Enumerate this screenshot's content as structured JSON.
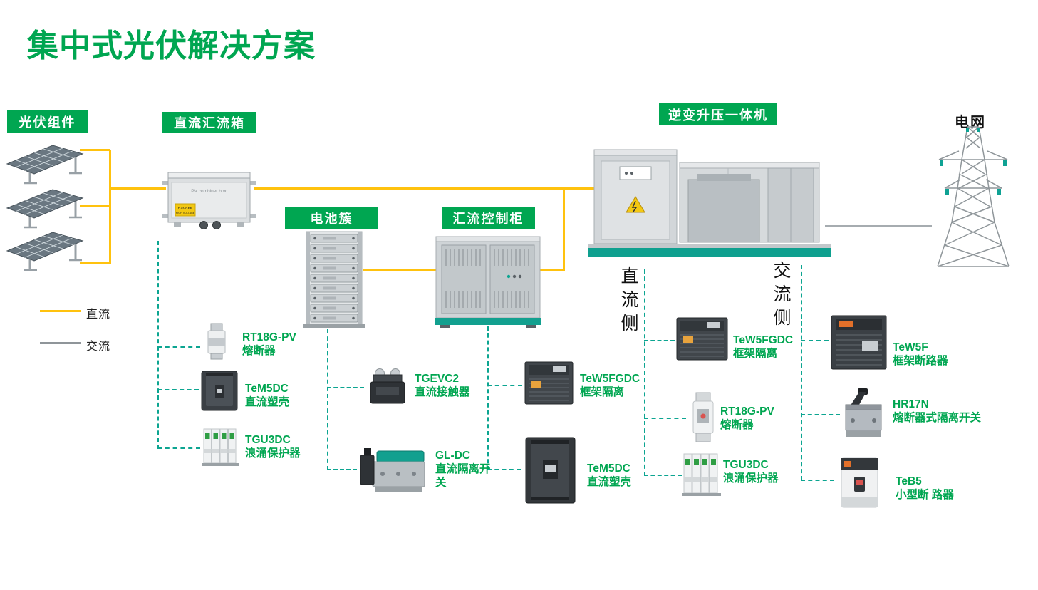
{
  "page": {
    "title": "集中式光伏解决方案"
  },
  "labels": {
    "pv_modules": "光伏组件",
    "dc_combiner": "直流汇流箱",
    "battery_cluster": "电池簇",
    "combiner_control": "汇流控制柜",
    "inverter": "逆变升压一体机",
    "grid": "电网",
    "dc_side": "直流侧",
    "ac_side": "交流侧"
  },
  "legend": {
    "dc": "直流",
    "ac": "交流",
    "dc_color": "#FFC20E",
    "ac_color": "#A6ACB0"
  },
  "combiner_box": {
    "line1": "PV combiner box",
    "danger1": "DANGER",
    "danger2": "HIGH VOLTAGE"
  },
  "components": [
    {
      "name": "RT18G-PV",
      "desc": "熔断器"
    },
    {
      "name": "TeM5DC",
      "desc": "直流塑壳"
    },
    {
      "name": "TGU3DC",
      "desc": "浪涌保护器"
    },
    {
      "name": "TGEVC2",
      "desc": "直流接触器"
    },
    {
      "name": "GL-DC",
      "desc": "直流隔离开关"
    },
    {
      "name": "TeW5FGDC",
      "desc": "框架隔离"
    },
    {
      "name": "TeM5DC",
      "desc": "直流塑壳"
    },
    {
      "name": "TeW5FGDC",
      "desc": "框架隔离"
    },
    {
      "name": "RT18G-PV",
      "desc": "熔断器"
    },
    {
      "name": "TGU3DC",
      "desc": "浪涌保护器"
    },
    {
      "name": "TeW5F",
      "desc": "框架断路器"
    },
    {
      "name": "HR17N",
      "desc": "熔断器式隔离开关"
    },
    {
      "name": "TeB5",
      "desc": "小型断 路器"
    }
  ],
  "colors": {
    "accent_green": "#00A651",
    "dashed_teal": "#0CA591",
    "dc_yellow": "#FFC20E",
    "ac_gray": "#A6ACB0"
  }
}
